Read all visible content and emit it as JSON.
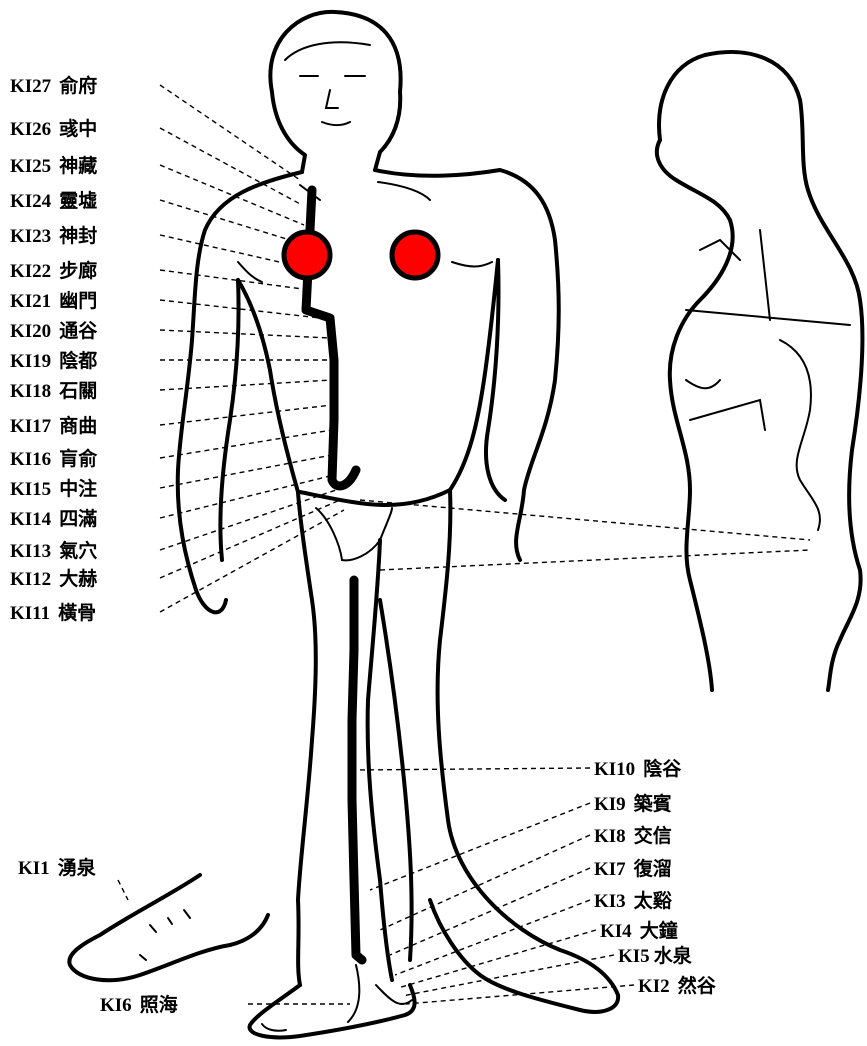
{
  "diagram": {
    "marker_color": "#ff0000",
    "line_color": "#000000",
    "points_left": [
      {
        "code": "KI27",
        "name": "俞府"
      },
      {
        "code": "KI26",
        "name": "彧中"
      },
      {
        "code": "KI25",
        "name": "神藏"
      },
      {
        "code": "KI24",
        "name": "靈墟"
      },
      {
        "code": "KI23",
        "name": "神封"
      },
      {
        "code": "KI22",
        "name": "步廊"
      },
      {
        "code": "KI21",
        "name": "幽門"
      },
      {
        "code": "KI20",
        "name": "通谷"
      },
      {
        "code": "KI19",
        "name": "陰都"
      },
      {
        "code": "KI18",
        "name": "石關"
      },
      {
        "code": "KI17",
        "name": "商曲"
      },
      {
        "code": "KI16",
        "name": "肓俞"
      },
      {
        "code": "KI15",
        "name": "中注"
      },
      {
        "code": "KI14",
        "name": "四滿"
      },
      {
        "code": "KI13",
        "name": "氣穴"
      },
      {
        "code": "KI12",
        "name": "大赫"
      },
      {
        "code": "KI11",
        "name": "橫骨"
      }
    ],
    "points_right": [
      {
        "code": "KI10",
        "name": "陰谷"
      },
      {
        "code": "KI9",
        "name": "築賓"
      },
      {
        "code": "KI8",
        "name": "交信"
      },
      {
        "code": "KI7",
        "name": "復溜"
      },
      {
        "code": "KI3",
        "name": "太谿"
      },
      {
        "code": "KI4",
        "name": "大鐘"
      },
      {
        "code": "KI5",
        "name": "水泉"
      },
      {
        "code": "KI2",
        "name": "然谷"
      }
    ],
    "point_foot": {
      "code": "KI1",
      "name": "湧泉"
    },
    "point_ankle": {
      "code": "KI6",
      "name": "照海"
    }
  }
}
